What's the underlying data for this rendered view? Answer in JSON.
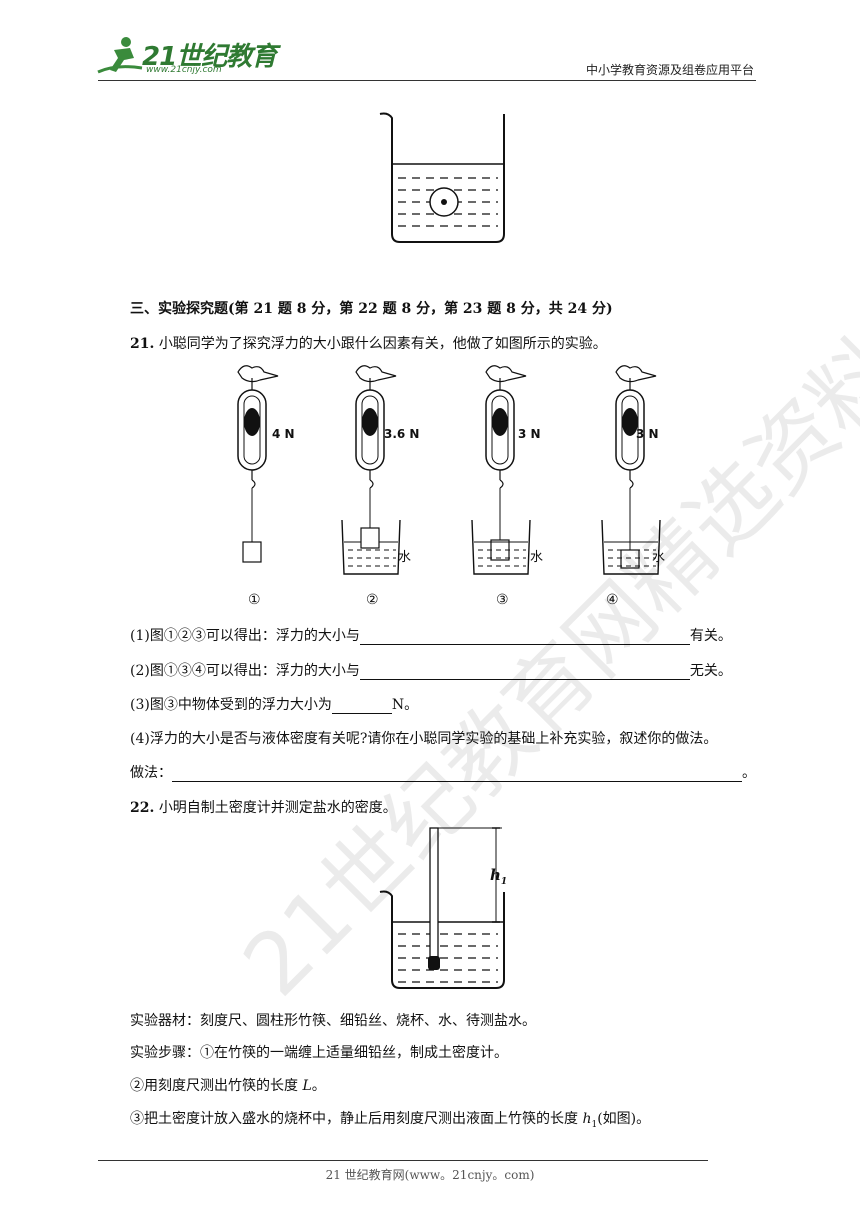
{
  "header": {
    "logo_text": "21世纪教育",
    "logo_url_text": "www.21cnjy.com",
    "platform": "中小学教育资源及组卷应用平台"
  },
  "section": {
    "title": "三、实验探究题(第 21 题 8 分，第 22 题 8 分，第 23 题 8 分，共 24 分)"
  },
  "q21": {
    "number": "21.",
    "stem": "小聪同学为了探究浮力的大小跟什么因素有关，他做了如图所示的实验。",
    "readings": [
      "4 N",
      "3.6 N",
      "3 N",
      "3 N"
    ],
    "water_label": "水",
    "captions": [
      "①",
      "②",
      "③",
      "④"
    ],
    "sub1_prefix": "(1)图①②③可以得出：浮力的大小与",
    "sub1_suffix": "有关。",
    "sub2_prefix": "(2)图①③④可以得出：浮力的大小与",
    "sub2_suffix": "无关。",
    "sub3_prefix": "(3)图③中物体受到的浮力大小为",
    "sub3_suffix": "N。",
    "sub4": "(4)浮力的大小是否与液体密度有关呢?请你在小聪同学实验的基础上补充实验，叙述你的做法。",
    "method_prefix": "做法：",
    "method_suffix": "。"
  },
  "q22": {
    "number": "22.",
    "stem": "小明自制土密度计并测定盐水的密度。",
    "h_label": "h",
    "h_sub": "1",
    "materials": "实验器材：刻度尺、圆柱形竹筷、细铅丝、烧杯、水、待测盐水。",
    "step1": "实验步骤：①在竹筷的一端缠上适量细铅丝，制成土密度计。",
    "step2_prefix": "②用刻度尺测出竹筷的长度 ",
    "step2_var": "L",
    "step2_suffix": "。",
    "step3_prefix": "③把土密度计放入盛水的烧杯中，静止后用刻度尺测出液面上竹筷的长度 ",
    "step3_var": "h",
    "step3_sub": "1",
    "step3_suffix": "(如图)。"
  },
  "footer": {
    "text": "21 世纪教育网(www。21cnjy。com)"
  },
  "watermark": "21世纪教育网精选资料"
}
